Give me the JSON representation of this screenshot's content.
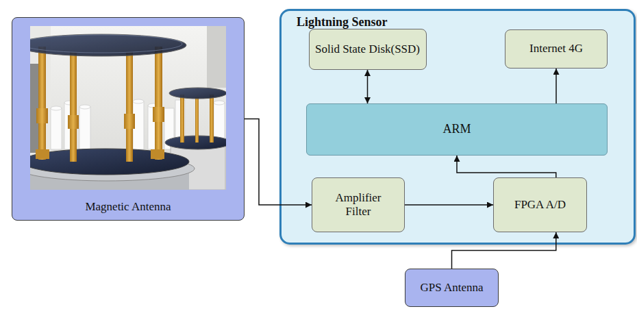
{
  "diagram": {
    "nodes": [
      {
        "text": [
          "Magnetic Antenna"
        ]
      },
      {
        "text": [
          "Lightning Sensor"
        ]
      },
      {
        "text": [
          "Solid State Disk(SSD)"
        ],
        "in": 1
      },
      {
        "text": [
          "Internet 4G"
        ],
        "in": 1
      },
      {
        "text": [
          "ARM"
        ],
        "in": 1
      },
      {
        "text": [
          "Amplifier Filter"
        ],
        "in": 1
      },
      {
        "text": [
          "FPGA A/D"
        ],
        "in": 1
      },
      {
        "text": [
          "GPS Antenna"
        ]
      }
    ],
    "edges": [
      {
        "from": 0,
        "to": 5,
        "arrow": "to"
      },
      {
        "from": 2,
        "to": 4,
        "arrow": "both"
      },
      {
        "from": 4,
        "to": 3,
        "arrow": "to"
      },
      {
        "from": 5,
        "to": 6,
        "arrow": "to"
      },
      {
        "from": 6,
        "to": 4,
        "arrow": "to"
      },
      {
        "from": 7,
        "to": 6,
        "arrow": "to"
      }
    ]
  }
}
